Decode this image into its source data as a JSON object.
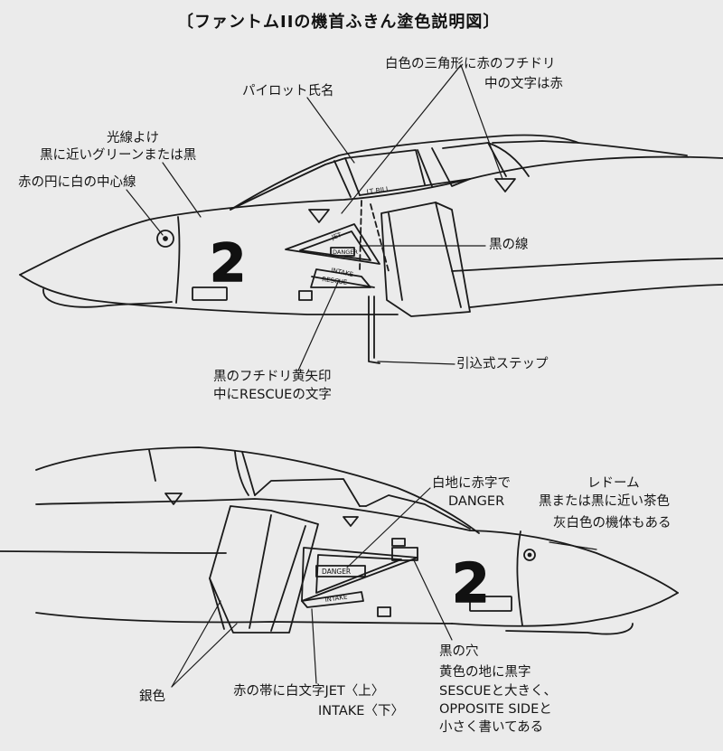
{
  "title": "〔ファントムIIの機首ふきん塗色説明図〕",
  "top_view": {
    "labels": {
      "pilot_name": "パイロット氏名",
      "triangle_1": "白色の三角形に赤のフチドリ",
      "triangle_2": "中の文字は赤",
      "glare_1": "光線よけ",
      "glare_2": "黒に近いグリーンまたは黒",
      "roundel": "赤の円に白の中心線",
      "black_line": "黒の線",
      "step": "引込式ステップ",
      "arrow_1": "黒のフチドリ黄矢印",
      "arrow_2": "中にRESCUEの文字"
    },
    "aircraft_text": {
      "number": "2",
      "name": "LT BILL",
      "jet": "JET",
      "danger": "DANGER",
      "intake": "INTAKE",
      "rescue": "RESCUE"
    }
  },
  "bottom_view": {
    "labels": {
      "danger_1": "白地に赤字で",
      "danger_2": "DANGER",
      "radome_1": "レドーム",
      "radome_2": "黒または黒に近い茶色",
      "radome_3": "灰白色の機体もある",
      "hole": "黒の穴",
      "yellow_1": "黄色の地に黒字",
      "yellow_2": "SESCUEと大きく、",
      "yellow_3": "OPPOSITE SIDEと",
      "yellow_4": "小さく書いてある",
      "silver": "銀色",
      "band_1": "赤の帯に白文字JET〈上〉",
      "band_2": "INTAKE〈下〉"
    },
    "aircraft_text": {
      "number": "2",
      "danger": "DANGER",
      "intake": "INTAKE"
    }
  }
}
